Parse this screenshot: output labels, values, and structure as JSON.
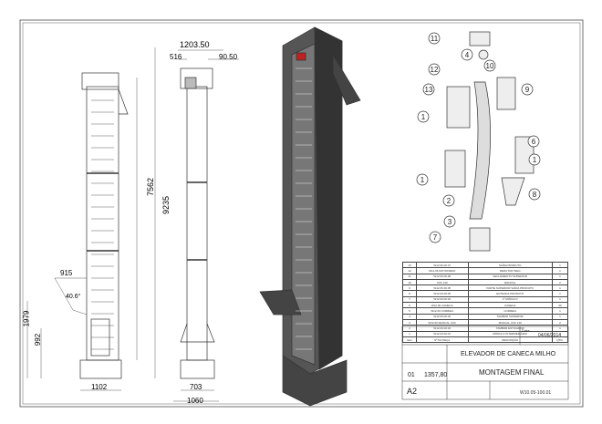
{
  "dimensions": {
    "top_width": "1203.50",
    "top_left": "516",
    "top_right": "90.50",
    "height_total": "9235",
    "height_body": "7562",
    "left_offset": "915",
    "angle": "40.6°",
    "inlet_height": "1979",
    "inlet_lower": "992",
    "front_base": "1102",
    "side_base": "703",
    "side_foot": "1060"
  },
  "balloons": [
    "11",
    "4",
    "10",
    "12",
    "9",
    "13",
    "1",
    "6",
    "1",
    "1",
    "8",
    "2",
    "3",
    "7"
  ],
  "bom": {
    "headers": [
      "Item",
      "Nº DA PEÇA",
      "DESCRIÇÃO",
      "QTD."
    ],
    "rows": [
      [
        "13",
        "W12.06.00.07",
        "SAÍDA PRODUTO",
        "1"
      ],
      [
        "12",
        "W12.06 MOTOFREIO",
        "REDUTOR WEG",
        "1"
      ],
      [
        "11",
        "W12.00.00.08",
        "FECHAMENTO SUPERIOR",
        "1"
      ],
      [
        "10",
        "UCF 210",
        "MANCAL",
        "2"
      ],
      [
        "9",
        "W12.06.00.05",
        "PARTE SUPERIOR SAÍDA PRODUTO",
        "1"
      ],
      [
        "8",
        "W12.00.00.06",
        "ENTRADA PRODUTO",
        "1"
      ],
      [
        "7",
        "W12.00.00.04",
        "1º MÓDULO",
        "1"
      ],
      [
        "6",
        "W12.00 CANECA",
        "CANECA",
        "30"
      ],
      [
        "5",
        "W12.00 CORREIA",
        "CORREIA",
        "1"
      ],
      [
        "4",
        "W12.00.00.03",
        "TAMBOR SUPERIOR",
        "1"
      ],
      [
        "3",
        "W12.00 MANCAL UCF",
        "MANCAL UCF 210",
        "2"
      ],
      [
        "2",
        "W12.00.00.02",
        "TAMBOR ESTICADOR",
        "1"
      ],
      [
        "1",
        "W12.00.00.01",
        "MÓDULO INTERMEDIÁRIO",
        "4"
      ]
    ]
  },
  "title_block": {
    "date_label": "Data",
    "date": "04/06/2014",
    "title": "ELEVADOR DE CANECA MILHO",
    "subtitle": "MONTAGEM FINAL",
    "sheet": "01",
    "weight": "1357,80",
    "format": "A2",
    "drawing_no": "W10.05-100.01"
  }
}
